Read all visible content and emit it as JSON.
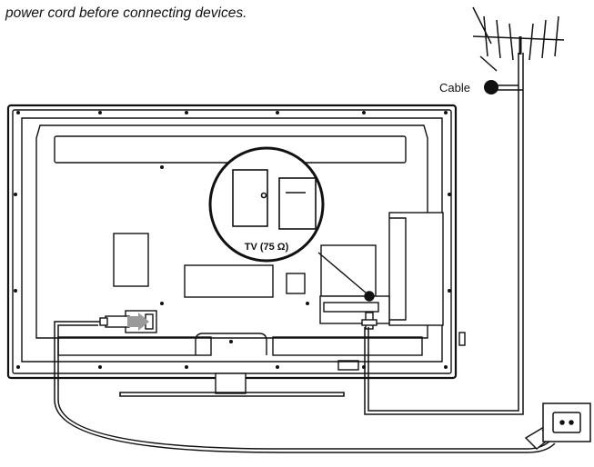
{
  "instruction": "power cord before connecting devices.",
  "labels": {
    "cable": "Cable",
    "tv_port": "TV (75 Ω)"
  },
  "colors": {
    "line": "#111111",
    "cord_fill": "#ffffff",
    "tv_fill": "#ffffff",
    "arrow": "#9a9a9a"
  },
  "icons": {
    "antenna": "antenna-icon",
    "wall_outlet": "wall-outlet-icon",
    "power_plug": "power-plug-icon"
  }
}
